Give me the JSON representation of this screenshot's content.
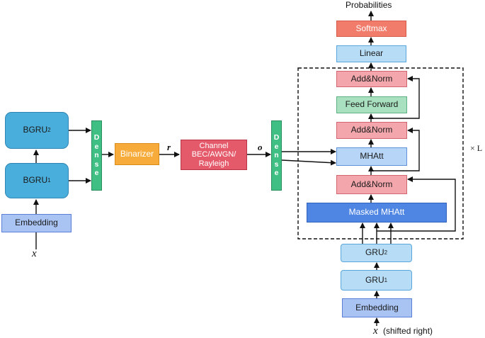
{
  "encoder": {
    "bgru2": {
      "name": "BGRU",
      "sub": "2"
    },
    "bgru1": {
      "name": "BGRU",
      "sub": "1"
    },
    "embedding": "Embedding",
    "input": "x",
    "dense_letters": [
      "D",
      "e",
      "n",
      "s",
      "e"
    ]
  },
  "binarizer": "Binarizer",
  "signal_r": "r",
  "channel": {
    "line1": "Channel",
    "line2": "BEC/AWGN/",
    "line3": "Rayleigh"
  },
  "signal_o": "o",
  "decoder": {
    "probabilities": "Probabilities",
    "softmax": "Softmax",
    "linear": "Linear",
    "addnorm": "Add&Norm",
    "feed_forward": "Feed Forward",
    "mhatt": "MHAtt",
    "masked_mhatt": "Masked MHAtt",
    "repeat": "× L",
    "gru2": {
      "name": "GRU",
      "sub": "2"
    },
    "gru1": {
      "name": "GRU",
      "sub": "1"
    },
    "embedding": "Embedding",
    "input": "x",
    "input_note": "(shifted right)",
    "dense_letters": [
      "D",
      "e",
      "n",
      "s",
      "e"
    ]
  }
}
